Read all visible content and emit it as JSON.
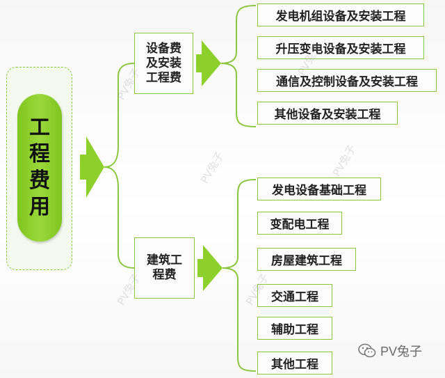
{
  "root": {
    "label": "工程费用"
  },
  "categories": [
    {
      "label": "设备费及安装工程费",
      "items": [
        "发电机组设备及安装工程",
        "升压变电设备及安装工程",
        "通信及控制设备及安装工程",
        "其他设备及安装工程"
      ]
    },
    {
      "label": "建筑工程费",
      "items": [
        "发电设备基础工程",
        "变配电工程",
        "房屋建筑工程",
        "交通工程",
        "辅助工程",
        "其他工程"
      ]
    }
  ],
  "watermark": {
    "text": "PV兔子",
    "brand_text": "PV兔子",
    "brand_icon": "wechat-icon"
  },
  "colors": {
    "accent": "#8cc63f",
    "root_fill": "#8dcf2b",
    "arrow": "#8dcf2b"
  }
}
